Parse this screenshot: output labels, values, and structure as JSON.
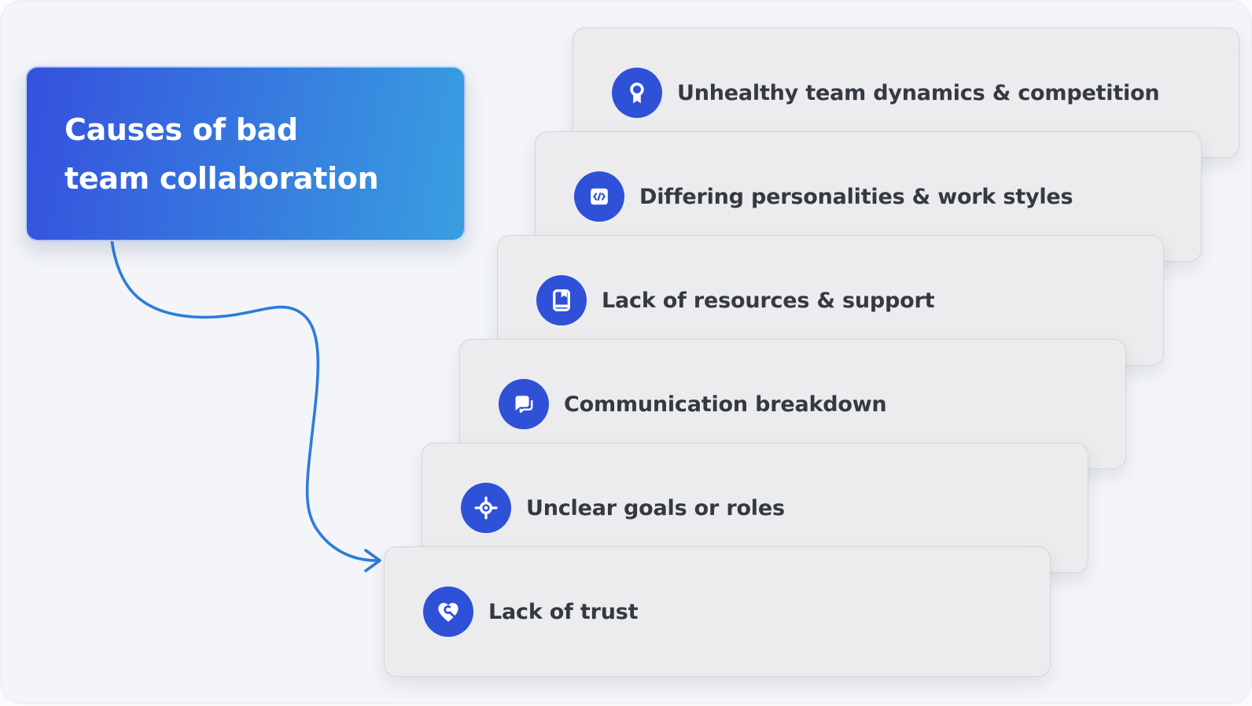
{
  "theme": {
    "canvas_bg": "#f3f5f8",
    "card_bg": "#ececee",
    "card_border": "#d3d5d9",
    "label_color": "#333a42",
    "icon_circle_color": "#2e51d8",
    "icon_glyph_color": "#ffffff",
    "connector_color": "#2f7bd9",
    "title_gradient_start": "#3551de",
    "title_gradient_end": "#389fe0",
    "title_text_color": "#ffffff"
  },
  "title_card": {
    "line1": "Causes of bad",
    "line2": "team collaboration"
  },
  "causes": [
    {
      "label": "Unhealthy team dynamics & competition",
      "icon": "medal-icon"
    },
    {
      "label": "Differing personalities & work styles",
      "icon": "code-icon"
    },
    {
      "label": "Lack of resources & support",
      "icon": "book-icon"
    },
    {
      "label": "Communication breakdown",
      "icon": "chat-bubbles-icon"
    },
    {
      "label": "Unclear goals or roles",
      "icon": "target-icon"
    },
    {
      "label": "Lack of trust",
      "icon": "heart-handshake-icon"
    }
  ]
}
